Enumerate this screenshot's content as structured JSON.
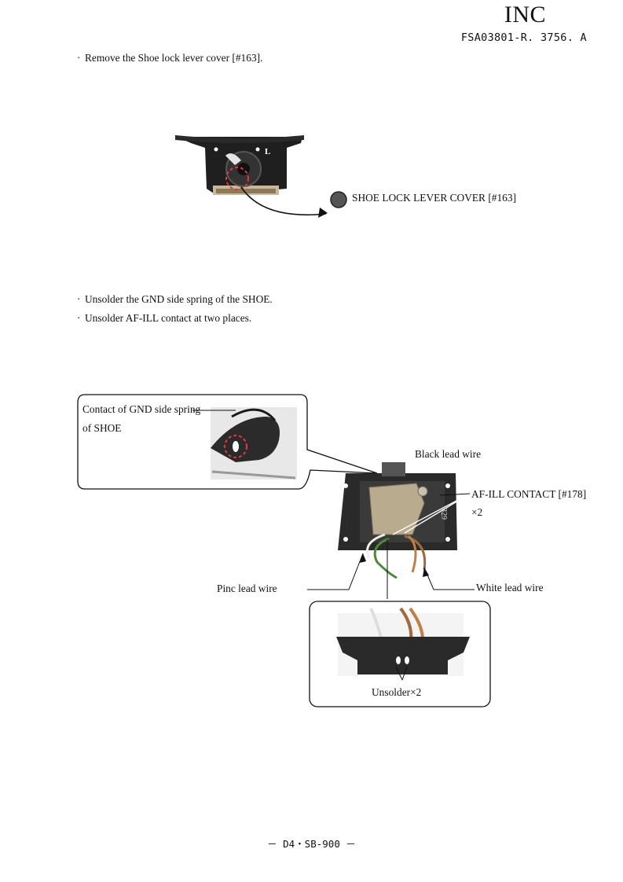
{
  "header": {
    "company": "INC",
    "doc_code": "FSA03801-R. 3756. A"
  },
  "steps": {
    "remove_cover": "Remove the Shoe lock lever cover [#163].",
    "unsolder_gnd": "Unsolder the GND side spring of the SHOE.",
    "unsolder_afill": "Unsolder AF-ILL contact at two places."
  },
  "figure1": {
    "part_label": "SHOE LOCK LEVER COVER [#163]",
    "lever_mark": "L"
  },
  "figure2": {
    "callout_line1": "Contact of GND side spring",
    "callout_line2": "of SHOE",
    "black_wire": "Black lead wire",
    "afill_contact": "AF-ILL CONTACT [#178]",
    "afill_qty": "×2",
    "pinc_wire": "Pinc lead wire",
    "white_wire": "White lead wire",
    "unsolder": "Unsolder×2",
    "board_marking": "329"
  },
  "footer": {
    "page": "－ D4・SB-900 －"
  }
}
